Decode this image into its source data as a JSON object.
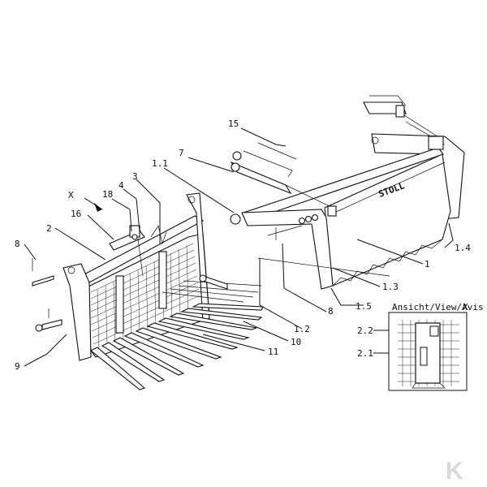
{
  "callouts": {
    "c15": "15",
    "c7": "7",
    "c1_1": "1.1",
    "c3": "3",
    "c4": "4",
    "c18": "18",
    "c16": "16",
    "cX": "X",
    "c2": "2",
    "c8a": "8",
    "c9": "9",
    "c1": "1",
    "c1_4": "1.4",
    "c1_3": "1.3",
    "c1_5": "1.5",
    "c8b": "8",
    "c1_2": "1.2",
    "c10": "10",
    "c11": "11",
    "c2_2": "2.2",
    "c2_1": "2.1"
  },
  "inset": {
    "title": "Ansicht/View/Avis",
    "view_letter": "X"
  },
  "brand_text": "STOLL",
  "corner_logo": "K"
}
